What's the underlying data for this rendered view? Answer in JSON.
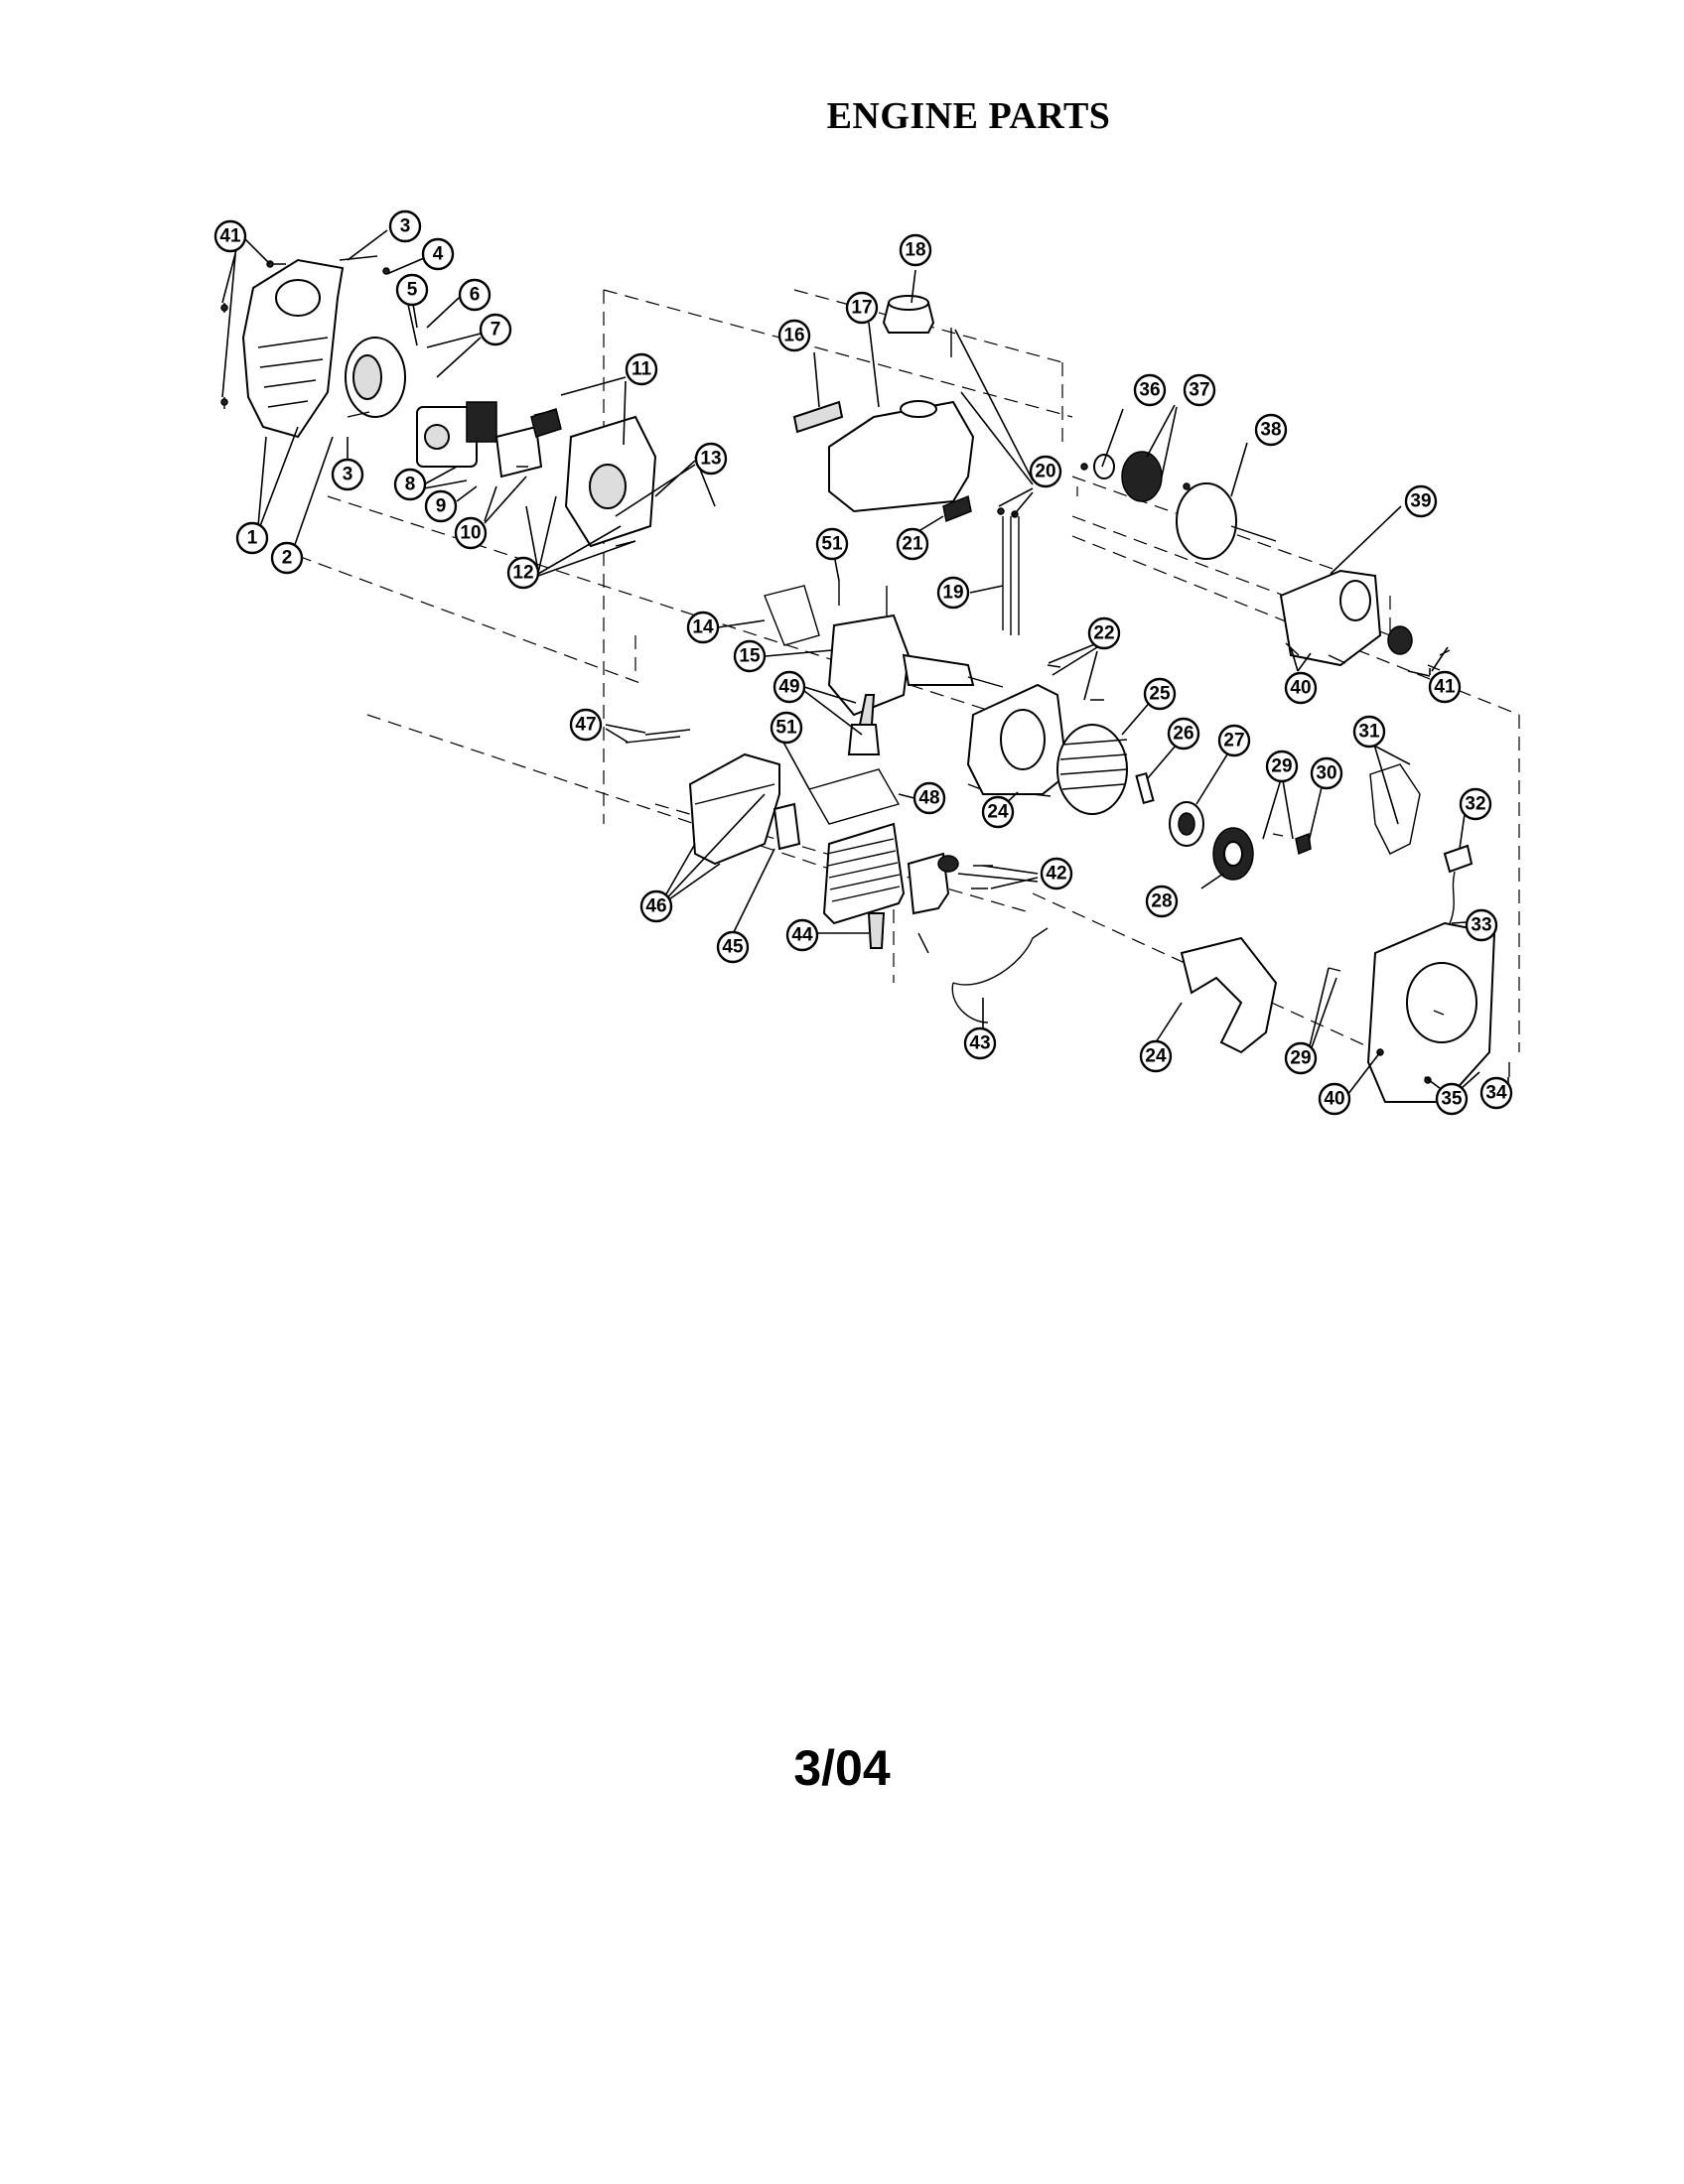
{
  "title": "ENGINE PARTS",
  "date_code": "3/04",
  "callouts": [
    {
      "n": "41"
    },
    {
      "n": "3"
    },
    {
      "n": "4"
    },
    {
      "n": "5"
    },
    {
      "n": "6"
    },
    {
      "n": "7"
    },
    {
      "n": "11"
    },
    {
      "n": "13"
    },
    {
      "n": "1"
    },
    {
      "n": "2"
    },
    {
      "n": "3"
    },
    {
      "n": "8"
    },
    {
      "n": "9"
    },
    {
      "n": "10"
    },
    {
      "n": "12"
    },
    {
      "n": "16"
    },
    {
      "n": "17"
    },
    {
      "n": "18"
    },
    {
      "n": "20"
    },
    {
      "n": "21"
    },
    {
      "n": "19"
    },
    {
      "n": "51"
    },
    {
      "n": "14"
    },
    {
      "n": "15"
    },
    {
      "n": "49"
    },
    {
      "n": "51"
    },
    {
      "n": "36"
    },
    {
      "n": "37"
    },
    {
      "n": "38"
    },
    {
      "n": "39"
    },
    {
      "n": "40"
    },
    {
      "n": "41"
    },
    {
      "n": "22"
    },
    {
      "n": "25"
    },
    {
      "n": "26"
    },
    {
      "n": "27"
    },
    {
      "n": "24"
    },
    {
      "n": "29"
    },
    {
      "n": "30"
    },
    {
      "n": "31"
    },
    {
      "n": "32"
    },
    {
      "n": "28"
    },
    {
      "n": "33"
    },
    {
      "n": "47"
    },
    {
      "n": "46"
    },
    {
      "n": "45"
    },
    {
      "n": "48"
    },
    {
      "n": "42"
    },
    {
      "n": "44"
    },
    {
      "n": "43"
    },
    {
      "n": "24"
    },
    {
      "n": "29"
    },
    {
      "n": "40"
    },
    {
      "n": "35"
    },
    {
      "n": "34"
    }
  ]
}
